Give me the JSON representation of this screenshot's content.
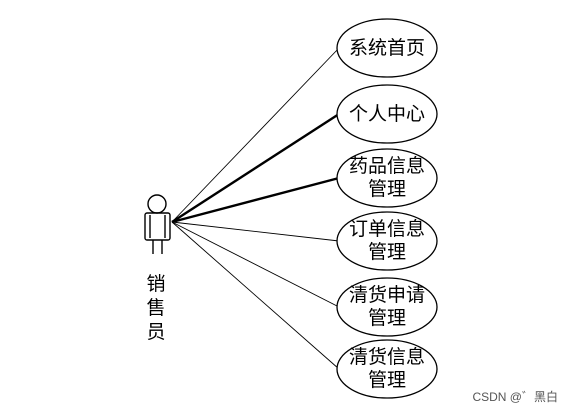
{
  "actor": {
    "name": "销售员"
  },
  "use_cases": [
    {
      "label": "系统首页",
      "thick": false
    },
    {
      "label": "个人中心",
      "thick": true
    },
    {
      "label": "药品信息管理",
      "thick": true
    },
    {
      "label": "订单信息管理",
      "thick": false
    },
    {
      "label": "清货申请管理",
      "thick": false
    },
    {
      "label": "清货信息管理",
      "thick": false
    }
  ],
  "watermark": "CSDN @゛黑白"
}
